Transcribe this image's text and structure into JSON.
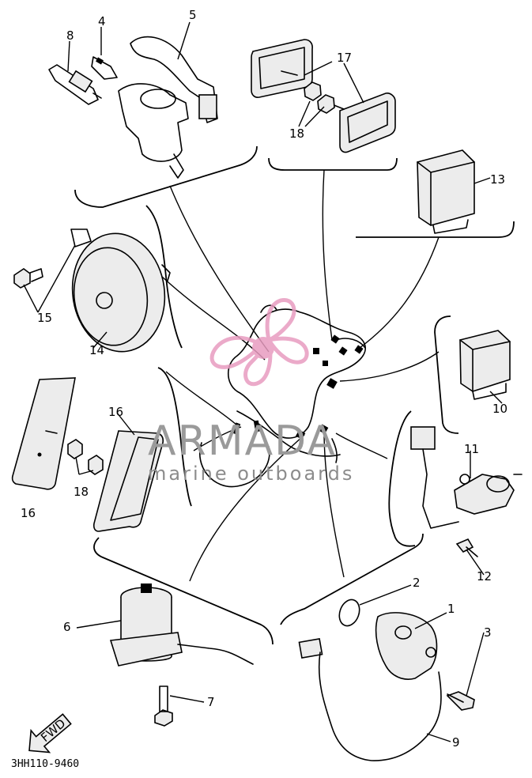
{
  "diagram": {
    "code": "3HH110-9460",
    "arrow_text": "FWD",
    "callouts": {
      "c1": "1",
      "c2": "2",
      "c3": "3",
      "c4": "4",
      "c5": "5",
      "c6": "6",
      "c7": "7",
      "c8": "8",
      "c9": "9",
      "c10": "10",
      "c11": "11",
      "c12": "12",
      "c13": "13",
      "c14": "14",
      "c15": "15",
      "c16a": "16",
      "c16b": "16",
      "c17": "17",
      "c18a": "18",
      "c18b": "18"
    }
  },
  "watermark": {
    "brand": "ARMADA",
    "tagline": "marine outboards",
    "logo_color": "#e89cc0"
  }
}
